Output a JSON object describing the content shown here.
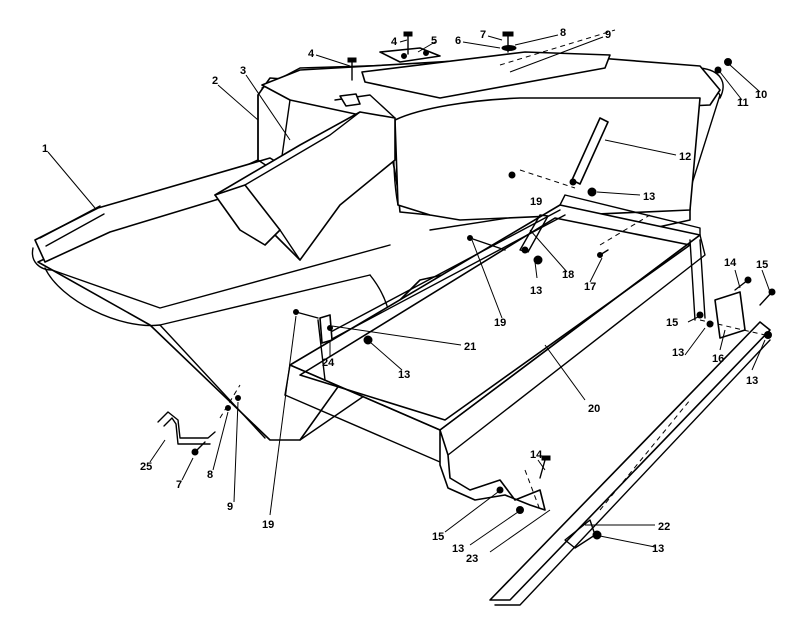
{
  "callouts": {
    "c1": "1",
    "c2": "2",
    "c3": "3",
    "c4a": "4",
    "c4b": "4",
    "c5": "5",
    "c6": "6",
    "c7a": "7",
    "c8a": "8",
    "c9a": "9",
    "c10": "10",
    "c11": "11",
    "c12": "12",
    "c13a": "13",
    "c13b": "13",
    "c13c": "13",
    "c13d": "13",
    "c13e": "13",
    "c13f": "13",
    "c13g": "13",
    "c14a": "14",
    "c14b": "14",
    "c15a": "15",
    "c15b": "15",
    "c15c": "15",
    "c16": "16",
    "c17": "17",
    "c18": "18",
    "c19a": "19",
    "c19b": "19",
    "c19c": "19",
    "c20": "20",
    "c21": "21",
    "c22": "22",
    "c23": "23",
    "c24": "24",
    "c25": "25",
    "c7b": "7",
    "c8b": "8",
    "c9b": "9"
  }
}
